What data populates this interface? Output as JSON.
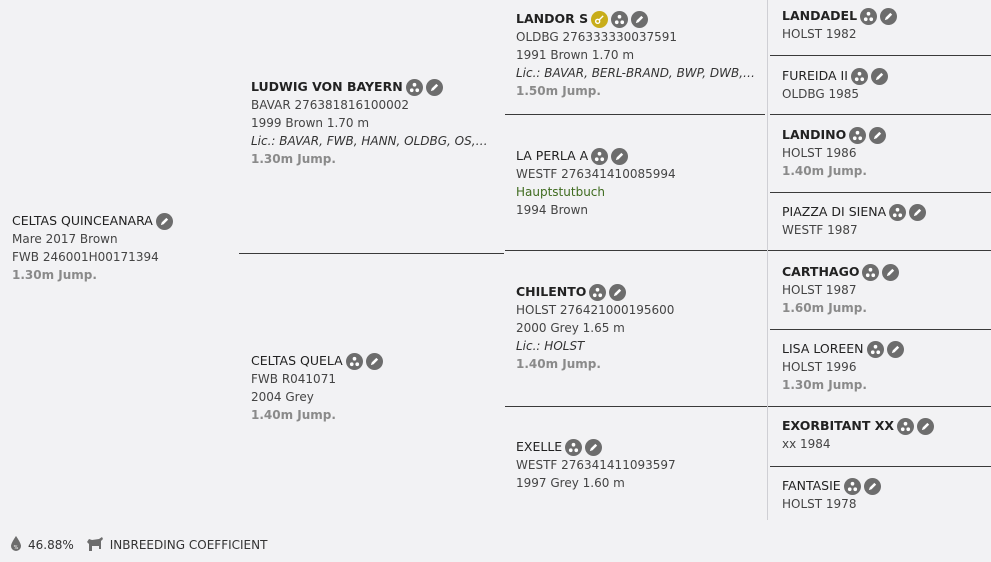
{
  "subject": {
    "name": "CELTAS QUINCEANARA",
    "l1": "Mare 2017 Brown",
    "l2": "FWB 246001H00171394",
    "jump": "1.30m Jump."
  },
  "sire": {
    "name": "LUDWIG VON BAYERN",
    "l1": "BAVAR 276381816100002",
    "l2": "1999 Brown 1.70 m",
    "lic": "Lic.: BAVAR, FWB, HANN, OLDBG, OS, WESTF",
    "jump": "1.30m Jump."
  },
  "dam": {
    "name": "CELTAS QUELA",
    "l1": "FWB R041071",
    "l2": "2004 Grey",
    "jump": "1.40m Jump."
  },
  "ss": {
    "name": "LANDOR S",
    "l1": "OLDBG 276333330037591",
    "l2": "1991 Brown 1.70 m",
    "lic": "Lic.: BAVAR, BERL-BRAND, BWP, DWB, HANN, OLDBG, WESTF",
    "jump": "1.50m Jump."
  },
  "sd": {
    "name": "LA PERLA A",
    "l1": "WESTF 276341410085994",
    "studbook": "Hauptstutbuch",
    "l2": "1994 Brown"
  },
  "ds": {
    "name": "CHILENTO",
    "l1": "HOLST 276421000195600",
    "l2": "2000 Grey 1.65 m",
    "lic": "Lic.: HOLST",
    "jump": "1.40m Jump."
  },
  "dd": {
    "name": "EXELLE",
    "l1": "WESTF 276341411093597",
    "l2": "1997 Grey 1.60 m"
  },
  "g1": {
    "name": "LANDADEL",
    "l1": "HOLST 1982"
  },
  "g2": {
    "name": "FUREIDA II",
    "l1": "OLDBG 1985"
  },
  "g3": {
    "name": "LANDINO",
    "l1": "HOLST 1986",
    "jump": "1.40m Jump."
  },
  "g4": {
    "name": "PIAZZA DI SIENA",
    "l1": "WESTF 1987"
  },
  "g5": {
    "name": "CARTHAGO",
    "l1": "HOLST 1987",
    "jump": "1.60m Jump."
  },
  "g6": {
    "name": "LISA LOREEN",
    "l1": "HOLST 1996",
    "jump": "1.30m Jump."
  },
  "g7": {
    "name": "EXORBITANT XX",
    "l1": "xx 1984"
  },
  "g8": {
    "name": "FANTASIE",
    "l1": "HOLST 1978"
  },
  "footer": {
    "percent": "46.88%",
    "label": "INBREEDING COEFFICIENT"
  },
  "icons": {
    "tree": "pedigree-tree-icon",
    "edit": "pencil-edit-icon",
    "sire": "key-icon",
    "drop": "percent-drop-icon",
    "horse": "horse-icon"
  },
  "colors": {
    "background": "#f2f2f4",
    "icon": "#6d6d6d",
    "accent_gold": "#c8ad1a",
    "jump": "#8a8a8a",
    "studbook": "#3f6b1f"
  }
}
